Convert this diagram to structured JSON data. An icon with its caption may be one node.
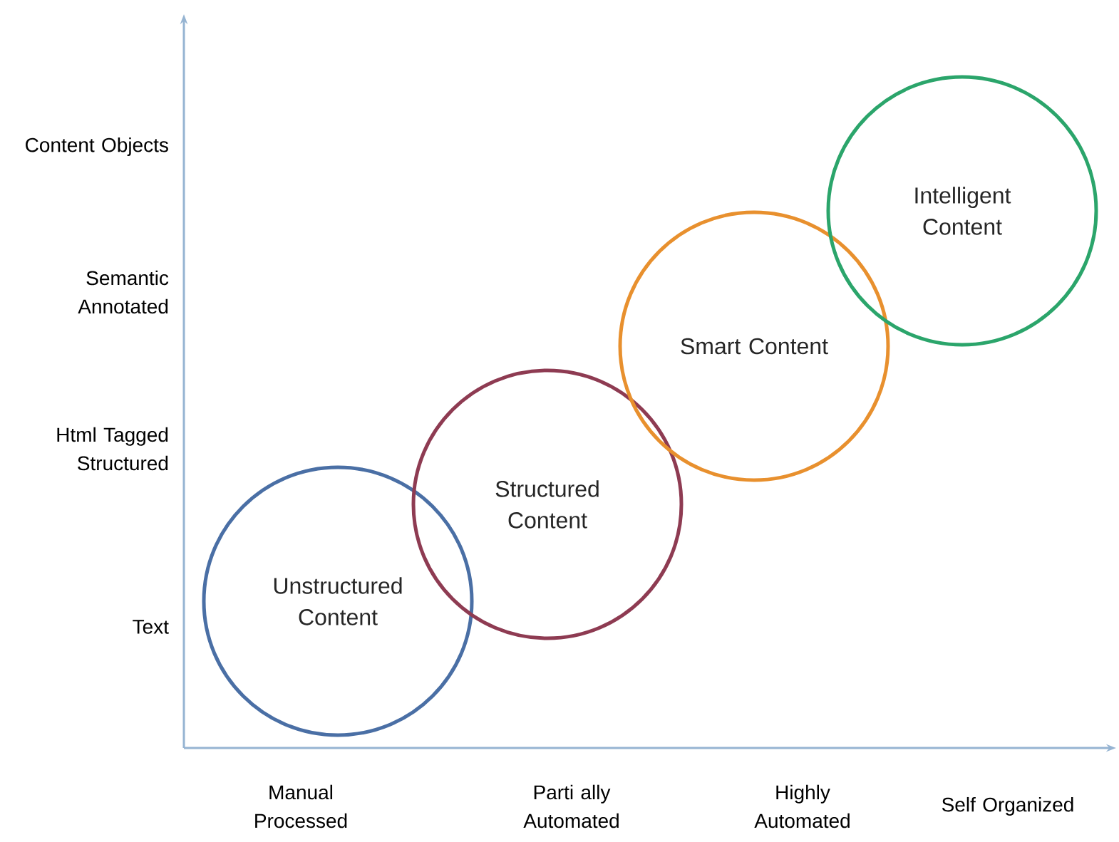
{
  "diagram": {
    "nodes": [
      {
        "text": [
          "Unstructured Content"
        ]
      },
      {
        "text": [
          "Structured Content"
        ]
      },
      {
        "text": [
          "Smart Content"
        ]
      },
      {
        "text": [
          "Intelligent Content"
        ]
      }
    ],
    "labels": [
      "Content Objects",
      "Semantic Annotated",
      "Html Tagged Structured",
      "Text",
      "Manual Processed",
      "Parti ally Automated",
      "Highly Automated",
      "Self Organized"
    ]
  }
}
